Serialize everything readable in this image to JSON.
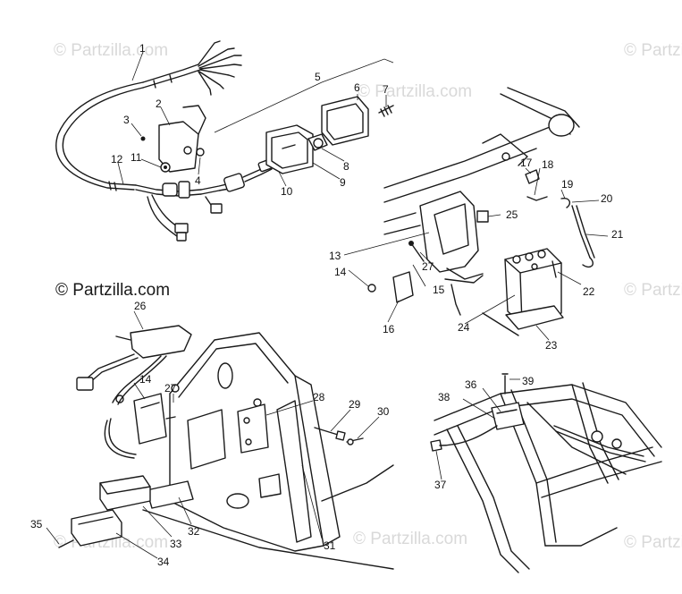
{
  "watermark": {
    "text": "© Partzilla.com",
    "color_light": "#d9d9d9",
    "color_dark": "#1a1a1a"
  },
  "callouts": {
    "c1": "1",
    "c2": "2",
    "c3": "3",
    "c4": "4",
    "c5": "5",
    "c6": "6",
    "c7": "7",
    "c8": "8",
    "c9": "9",
    "c10": "10",
    "c11": "11",
    "c12": "12",
    "c13": "13",
    "c14a": "14",
    "c14b": "14",
    "c15": "15",
    "c16": "16",
    "c17": "17",
    "c18": "18",
    "c19": "19",
    "c20": "20",
    "c21": "21",
    "c22": "22",
    "c23": "23",
    "c24": "24",
    "c25": "25",
    "c26": "26",
    "c27a": "27",
    "c27b": "27",
    "c28": "28",
    "c29": "29",
    "c30": "30",
    "c31": "31",
    "c32": "32",
    "c33": "33",
    "c34": "34",
    "c35": "35",
    "c36": "36",
    "c37": "37",
    "c38": "38",
    "c39": "39"
  }
}
